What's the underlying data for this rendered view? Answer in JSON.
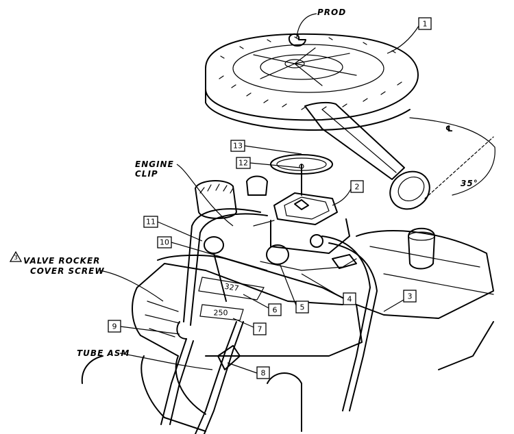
{
  "labels": {
    "prod": "PROD",
    "engine_clip_line1": "ENGINE",
    "engine_clip_line2": "CLIP",
    "valve_rocker_num": "3",
    "valve_rocker_line1": "VALVE ROCKER",
    "valve_rocker_line2": "COVER SCREW",
    "tube_asm": "TUBE ASM",
    "centerline": "℄",
    "angle": "35°",
    "engine_code_1": "327",
    "engine_code_2": "250"
  },
  "callouts": [
    "1",
    "2",
    "3",
    "4",
    "5",
    "6",
    "7",
    "8",
    "9",
    "10",
    "11",
    "12",
    "13"
  ]
}
